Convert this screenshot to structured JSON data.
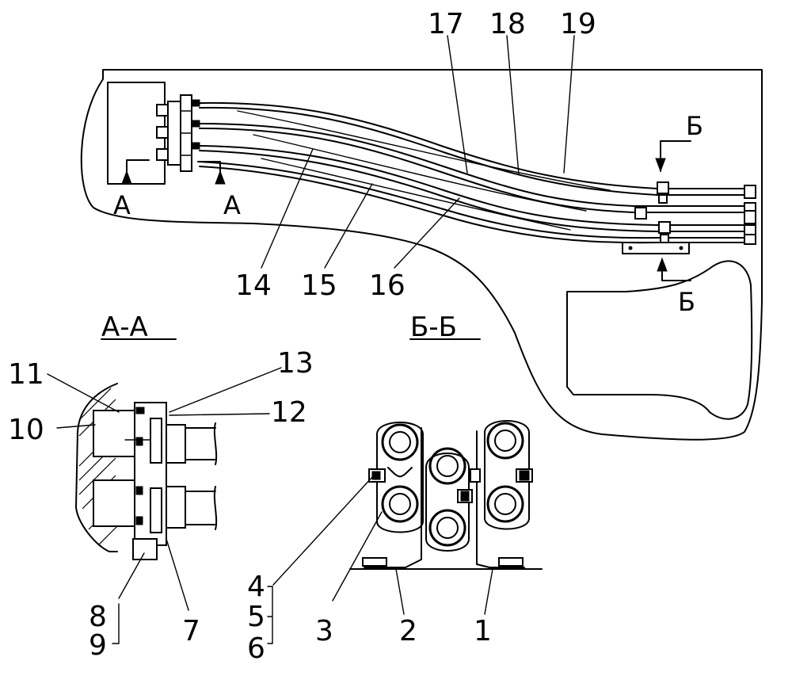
{
  "section_marks": {
    "a_left": "А",
    "a_right": "А",
    "b_top": "Б",
    "b_bottom": "Б"
  },
  "section_titles": {
    "aa": "А-А",
    "bb": "Б-Б"
  },
  "callouts": {
    "n1": "1",
    "n2": "2",
    "n3": "3",
    "n4": "4",
    "n5": "5",
    "n6": "6",
    "n7": "7",
    "n8": "8",
    "n9": "9",
    "n10": "10",
    "n11": "11",
    "n12": "12",
    "n13": "13",
    "n14": "14",
    "n15": "15",
    "n16": "16",
    "n17": "17",
    "n18": "18",
    "n19": "19"
  }
}
